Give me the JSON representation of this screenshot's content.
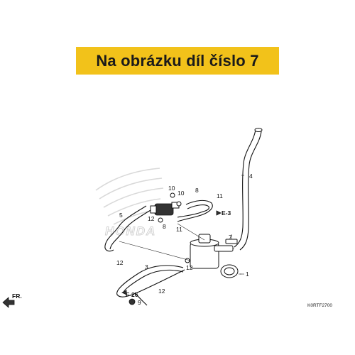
{
  "banner": {
    "text": "Na obrázku díl číslo 7",
    "color": "#f2c21a"
  },
  "diagram": {
    "code": "K0RTF2700",
    "direction_label": "FR.",
    "brand_watermark": "HONDA",
    "callouts": {
      "c1": "1",
      "c3": "3",
      "c4": "4",
      "c5": "5",
      "c7": "7",
      "c8a": "8",
      "c8b": "8",
      "c9": "9",
      "c10a": "10",
      "c10b": "10",
      "c11a": "11",
      "c11b": "11",
      "c12a": "12",
      "c12b": "12",
      "c12c": "12",
      "c12d": "12"
    },
    "refs": {
      "e3": "E-3",
      "f26": "F-26"
    }
  }
}
